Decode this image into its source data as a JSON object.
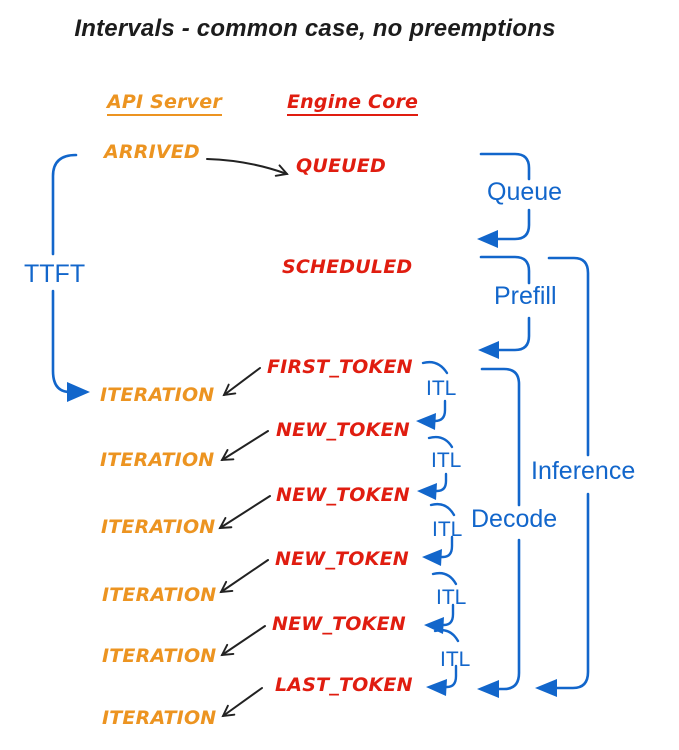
{
  "title": "Intervals - common case, no preemptions",
  "columns": {
    "api_server": "API Server",
    "engine_core": "Engine Core"
  },
  "api_server_events": {
    "arrived": "ARRIVED",
    "iterations": [
      "ITERATION",
      "ITERATION",
      "ITERATION",
      "ITERATION",
      "ITERATION",
      "ITERATION"
    ]
  },
  "engine_core_events": {
    "queued": "QUEUED",
    "scheduled": "SCHEDULED",
    "first_token": "FIRST_TOKEN",
    "new_tokens": [
      "NEW_TOKEN",
      "NEW_TOKEN",
      "NEW_TOKEN",
      "NEW_TOKEN"
    ],
    "last_token": "LAST_TOKEN"
  },
  "intervals": {
    "ttft": "TTFT",
    "queue": "Queue",
    "prefill": "Prefill",
    "itl": [
      "ITL",
      "ITL",
      "ITL",
      "ITL",
      "ITL"
    ],
    "decode": "Decode",
    "inference": "Inference"
  },
  "colors": {
    "api_server_orange": "#EC9421",
    "engine_core_red": "#E01D10",
    "interval_blue": "#1266CB",
    "arrow_black": "#222222",
    "background": "#FFFFFF"
  }
}
